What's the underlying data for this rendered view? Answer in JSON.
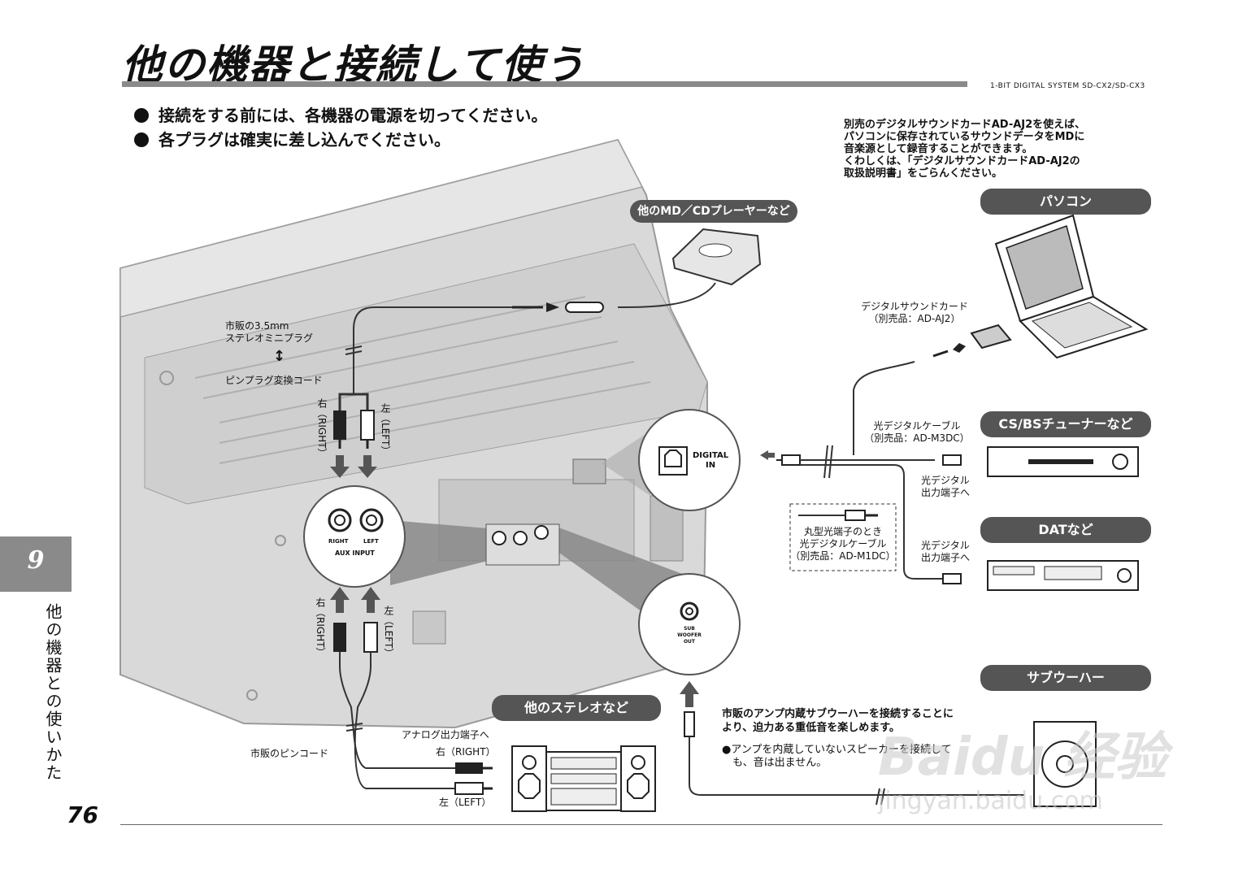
{
  "title": "他の機器と接続して使う",
  "model": "1-BIT DIGITAL SYSTEM SD-CX2/SD-CX3",
  "notes": [
    "接続をする前には、各機器の電源を切ってください。",
    "各プラグは確実に差し込んでください。"
  ],
  "pc_info": {
    "line1": "別売のデジタルサウンドカードAD-AJ2を使えば、",
    "line2": "パソコンに保存されているサウンドデータをMDに",
    "line3": "音楽源として録音することができます。",
    "line4": "くわしくは、「デジタルサウンドカードAD-AJ2の",
    "line5": "取扱説明書」をごらんください。"
  },
  "pills": {
    "md_cd": "他のMD／CDプレーヤーなど",
    "pc": "パソコン",
    "cs_bs": "CS/BSチューナーなど",
    "dat": "DATなど",
    "stereo": "他のステレオなど",
    "subwoofer": "サブウーハー"
  },
  "labels": {
    "mini_plug_1": "市販の3.5mm",
    "mini_plug_2": "ステレオミニプラグ",
    "arrow_updown": "↕",
    "pin_convert": "ピンプラグ変換コード",
    "right": "右（RIGHT）",
    "left": "左（LEFT）",
    "sound_card_1": "デジタルサウンドカード",
    "sound_card_2": "（別売品：AD-AJ2）",
    "opt_cable_1": "光デジタルケーブル",
    "opt_cable_2": "（別売品：AD-M3DC）",
    "opt_out_1": "光デジタル",
    "opt_out_2": "出力端子へ",
    "round_1": "丸型光端子のとき",
    "round_2": "光デジタルケーブル",
    "round_3": "（別売品：AD-M1DC）",
    "digital_in_1": "DIGITAL",
    "digital_in_2": "IN",
    "aux_right": "RIGHT",
    "aux_left": "LEFT",
    "aux_input": "AUX INPUT",
    "sub_1": "SUB",
    "sub_2": "WOOFER",
    "sub_3": "OUT",
    "pin_cord": "市販のピンコード",
    "analog_out": "アナログ出力端子へ",
    "analog_right": "右（RIGHT）",
    "analog_left": "左（LEFT）"
  },
  "sub_note": {
    "line1": "市販のアンプ内蔵サブウーハーを接続することに",
    "line2": "より、迫力ある重低音を楽しめます。",
    "bullet1": "●アンプを内蔵していないスピーカーを接続して",
    "bullet2": "　も、音は出ません。"
  },
  "chapter": {
    "number": "9",
    "title": "他の機器との使いかた"
  },
  "page_number": "76",
  "watermark": {
    "line1": "Baidu 经验",
    "line2": "jingyan.baidu.com"
  }
}
